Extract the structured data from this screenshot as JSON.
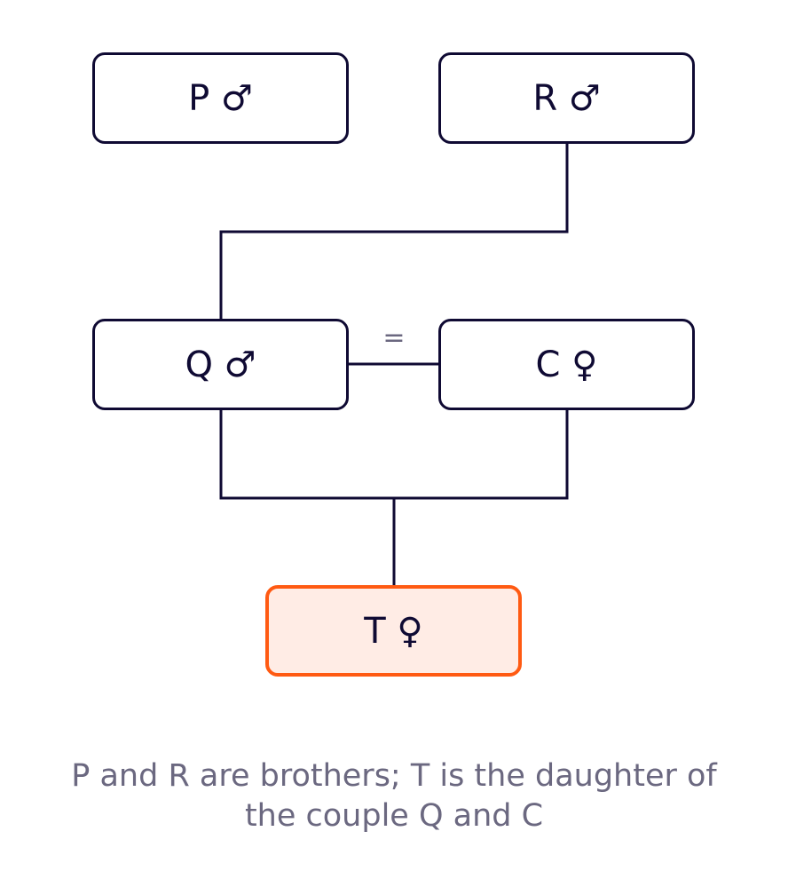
{
  "nodes": {
    "p": {
      "label": "P ♂"
    },
    "r": {
      "label": "R ♂"
    },
    "q": {
      "label": "Q ♂"
    },
    "c": {
      "label": "C ♀"
    },
    "t": {
      "label": "T ♀"
    }
  },
  "marriage_symbol": "=",
  "caption": {
    "line1": "P and R are brothers; T is the daughter of",
    "line2": "the couple Q and C"
  },
  "colors": {
    "ink": "#0f0a33",
    "highlight_border": "#ff5a12",
    "highlight_fill": "#ffece5",
    "muted_text": "#6b6880"
  }
}
